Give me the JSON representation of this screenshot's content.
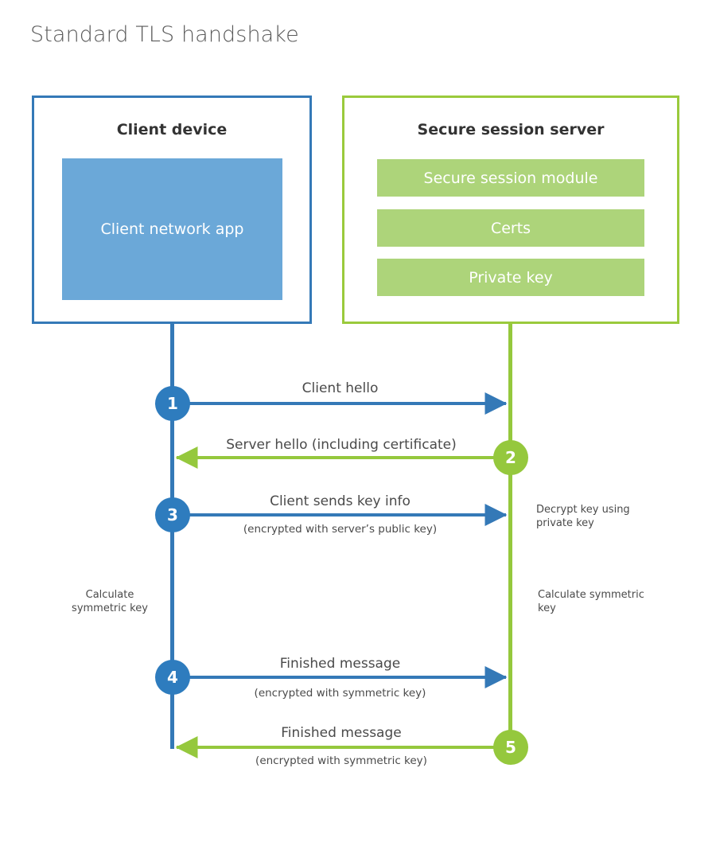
{
  "diagram": {
    "title": "Standard TLS handshake",
    "colors": {
      "client_blue": "#3479B7",
      "client_app_fill": "#6BA8D8",
      "server_green": "#9ACA3C",
      "server_block_fill": "#ADD47A",
      "badge_blue": "#2E7CBE",
      "badge_green": "#95C83D",
      "text_dark": "#333333",
      "text_body": "#4a4a4a",
      "title_gray": "#5a5a5a"
    }
  },
  "client_panel": {
    "title": "Client device",
    "blocks": [
      {
        "label": "Client network app"
      }
    ]
  },
  "server_panel": {
    "title": "Secure session server",
    "blocks": [
      {
        "label": "Secure session module"
      },
      {
        "label": "Certs"
      },
      {
        "label": "Private key"
      }
    ]
  },
  "steps": [
    {
      "number": "1",
      "side": "client",
      "direction": "client-to-server",
      "label": "Client hello",
      "sublabel": ""
    },
    {
      "number": "2",
      "side": "server",
      "direction": "server-to-client",
      "label": "Server hello (including certificate)",
      "sublabel": ""
    },
    {
      "number": "3",
      "side": "client",
      "direction": "client-to-server",
      "label": "Client sends key info",
      "sublabel": "(encrypted with server’s public key)"
    },
    {
      "number": "4",
      "side": "client",
      "direction": "client-to-server",
      "label": "Finished message",
      "sublabel": "(encrypted with symmetric key)"
    },
    {
      "number": "5",
      "side": "server",
      "direction": "server-to-client",
      "label": "Finished message",
      "sublabel": "(encrypted with symmetric key)"
    }
  ],
  "annotations": {
    "server_decrypt": "Decrypt key using private key",
    "client_calculate": "Calculate symmetric key",
    "server_calculate": "Calculate symmetric key"
  }
}
